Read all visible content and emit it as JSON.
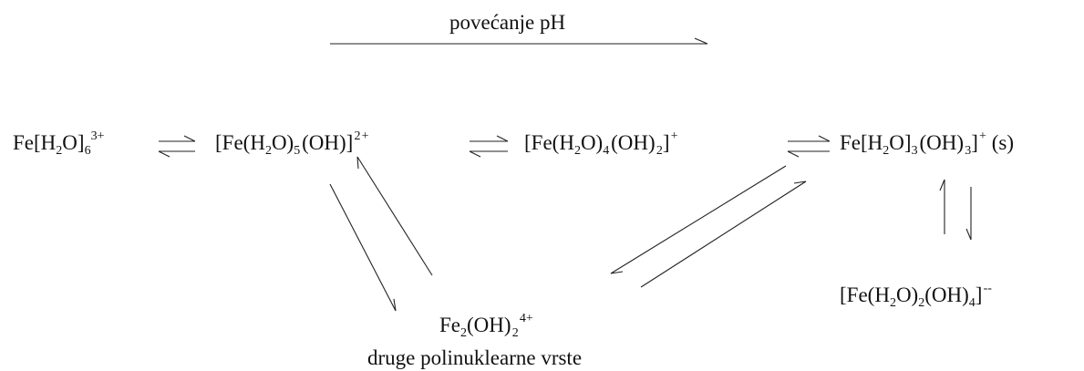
{
  "diagram": {
    "header": {
      "text": "povećanje pH"
    },
    "species": [
      {
        "id": "s1",
        "html": "Fe[H<sub>2</sub>O]<sub>6</sub><sup>3+</sup>"
      },
      {
        "id": "s2",
        "html": "[Fe(H<sub>2</sub>O)<sub>5</sub>&#8202;(OH)]<sup>&#8202;2&#8202;+</sup>"
      },
      {
        "id": "s3",
        "html": "[Fe(H<sub>2</sub>O)<sub>4</sub>&#8202;(OH)<sub>&#8202;2</sub>]<sup>&#8202;+</sup>"
      },
      {
        "id": "s4",
        "html": "Fe[H<sub>2</sub>O]<sub>3</sub>&#8202;(OH)<sub>&#8202;3</sub>]<sup>&#8202;+</sup> (s)"
      },
      {
        "id": "s5",
        "html": "[Fe(H<sub>2</sub>O)<sub>2</sub>(OH)<sub>4</sub>]<sup>&#8202;--</sup>"
      },
      {
        "id": "s6",
        "html": "Fe<sub>2</sub>(OH)<sub>&#8202;2</sub><sup>&#8202;4+</sup>"
      }
    ],
    "caption": {
      "text": "druge polinuklearne vrste"
    }
  }
}
